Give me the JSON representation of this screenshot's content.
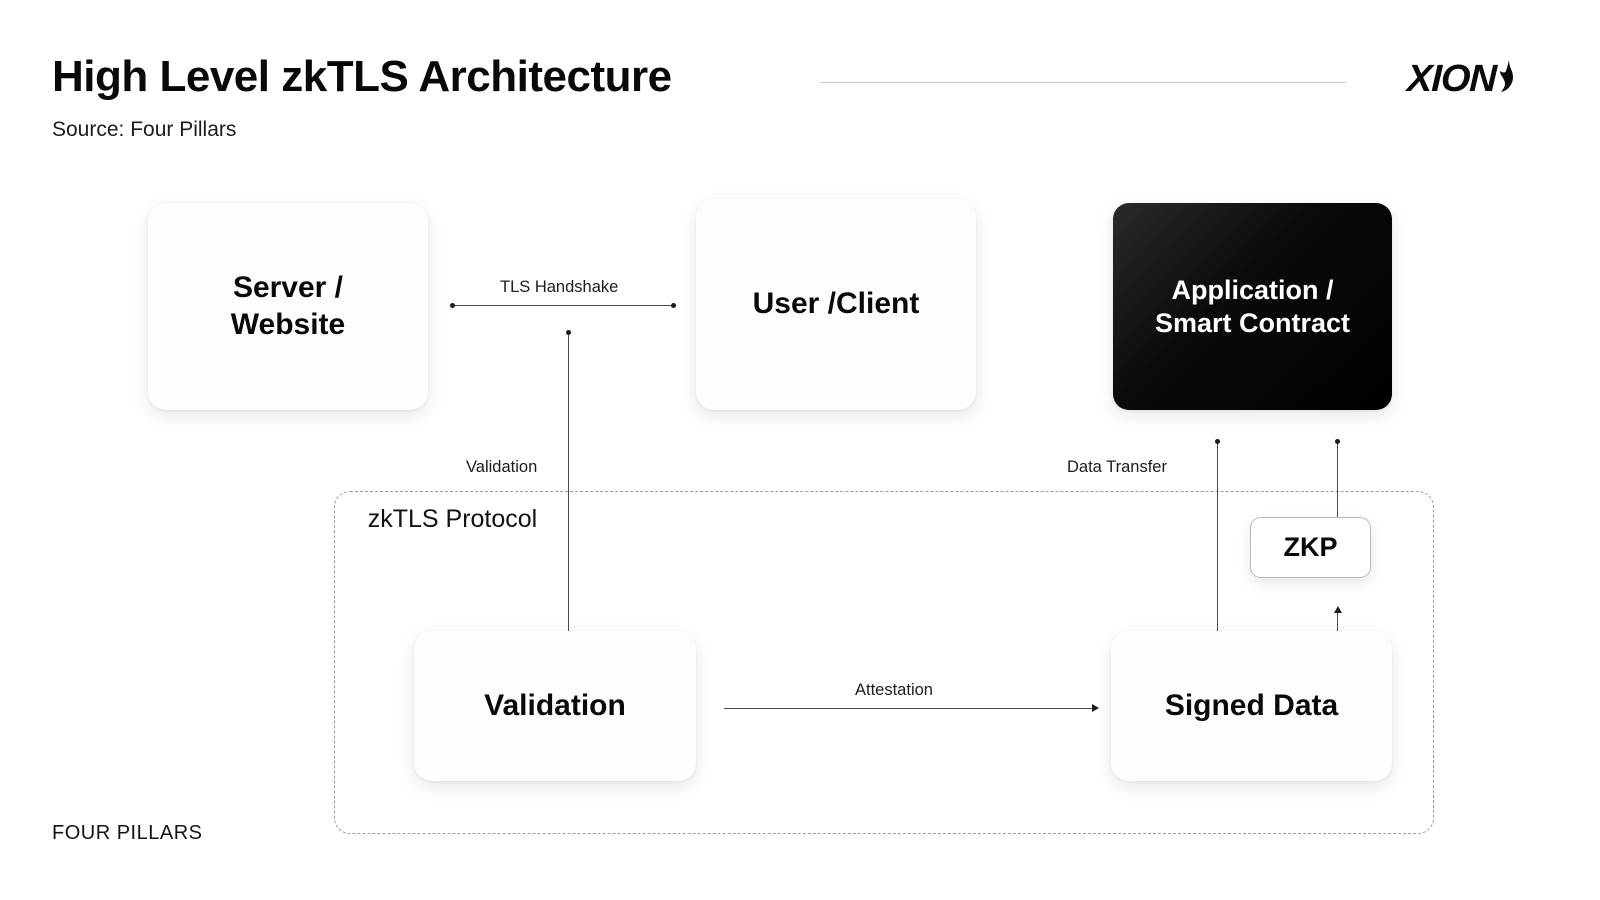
{
  "header": {
    "title": "High Level zkTLS Architecture",
    "source": "Source: Four Pillars",
    "brand": "XION",
    "brand_icon": "flame-icon"
  },
  "diagram": {
    "protocol_label": "zkTLS Protocol",
    "nodes": [
      {
        "id": "server",
        "label_line1": "Server /",
        "label_line2": "Website",
        "style": "light"
      },
      {
        "id": "user",
        "label_line1": "User /Client",
        "label_line2": "",
        "style": "light"
      },
      {
        "id": "app",
        "label_line1": "Application /",
        "label_line2": "Smart Contract",
        "style": "dark"
      },
      {
        "id": "validation",
        "label_line1": "Validation",
        "label_line2": "",
        "style": "light"
      },
      {
        "id": "signed",
        "label_line1": "Signed Data",
        "label_line2": "",
        "style": "light"
      },
      {
        "id": "zkp",
        "label_line1": "ZKP",
        "label_line2": "",
        "style": "outlined"
      }
    ],
    "edges": [
      {
        "id": "tls",
        "label": "TLS Handshake",
        "from": "server",
        "to": "user",
        "direction": "bidirectional"
      },
      {
        "id": "validation",
        "label": "Validation",
        "from": "tls",
        "to": "validation",
        "direction": "down"
      },
      {
        "id": "attestation",
        "label": "Attestation",
        "from": "validation",
        "to": "signed",
        "direction": "right"
      },
      {
        "id": "data",
        "label": "Data Transfer",
        "from": "signed",
        "to": "app",
        "direction": "up"
      },
      {
        "id": "zkp-in",
        "label": "",
        "from": "signed",
        "to": "zkp",
        "direction": "up"
      },
      {
        "id": "zkp-out",
        "label": "",
        "from": "zkp",
        "to": "app",
        "direction": "up"
      }
    ]
  },
  "footer": {
    "brand": "FOUR PILLARS"
  },
  "colors": {
    "background": "#ffffff",
    "text": "#08090a",
    "card_light": "#fdfdfd",
    "card_dark": "#000000",
    "connector": "#4a4b4d",
    "dashed_border": "#9a9b9d"
  }
}
